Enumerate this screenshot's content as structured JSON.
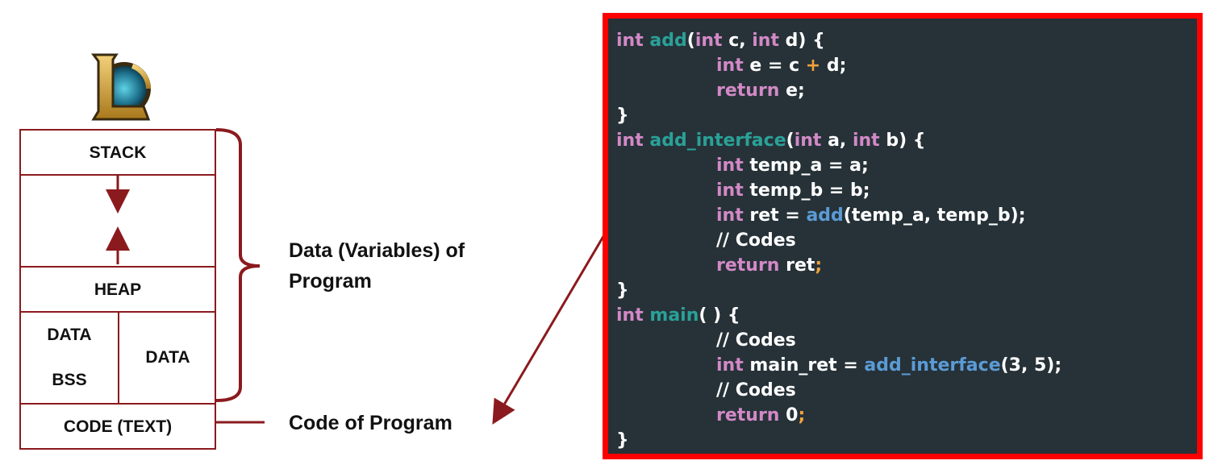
{
  "memory_layout": {
    "segments": {
      "stack": "STACK",
      "heap": "HEAP",
      "data_small": "DATA",
      "bss": "BSS",
      "data_group": "DATA",
      "code": "CODE (TEXT)"
    },
    "labels": {
      "data_line1": "Data (Variables) of",
      "data_line2": "Program",
      "code": "Code of Program"
    },
    "colors": {
      "accent": "#8b1a1e"
    },
    "icons": {
      "logo": "league-of-legends-logo-icon"
    }
  },
  "code_panel": {
    "border_color": "#ff0000",
    "background": "#263238",
    "lines": [
      [
        {
          "t": "int",
          "c": "kw"
        },
        {
          "t": " ",
          "c": "tx"
        },
        {
          "t": "add",
          "c": "fn"
        },
        {
          "t": "(",
          "c": "tx"
        },
        {
          "t": "int",
          "c": "kw"
        },
        {
          "t": " c, ",
          "c": "tx"
        },
        {
          "t": "int",
          "c": "kw"
        },
        {
          "t": " d) {",
          "c": "tx"
        }
      ],
      [
        {
          "t": "int",
          "c": "kw",
          "i": 1
        },
        {
          "t": " e = c ",
          "c": "tx"
        },
        {
          "t": "+",
          "c": "op"
        },
        {
          "t": " d;",
          "c": "tx"
        }
      ],
      [
        {
          "t": "return",
          "c": "kw",
          "i": 1
        },
        {
          "t": " e;",
          "c": "tx"
        }
      ],
      [
        {
          "t": "}",
          "c": "tx"
        }
      ],
      [
        {
          "t": "int",
          "c": "kw"
        },
        {
          "t": " ",
          "c": "tx"
        },
        {
          "t": "add_interface",
          "c": "fn"
        },
        {
          "t": "(",
          "c": "tx"
        },
        {
          "t": "int",
          "c": "kw"
        },
        {
          "t": " a, ",
          "c": "tx"
        },
        {
          "t": "int",
          "c": "kw"
        },
        {
          "t": " b) {",
          "c": "tx"
        }
      ],
      [
        {
          "t": "int",
          "c": "kw",
          "i": 1
        },
        {
          "t": " temp_a = a;",
          "c": "tx"
        }
      ],
      [
        {
          "t": "int",
          "c": "kw",
          "i": 1
        },
        {
          "t": " temp_b = b;",
          "c": "tx"
        }
      ],
      [
        {
          "t": "int",
          "c": "kw",
          "i": 1
        },
        {
          "t": " ret = ",
          "c": "tx"
        },
        {
          "t": "add",
          "c": "call"
        },
        {
          "t": "(temp_a, temp_b);",
          "c": "tx"
        }
      ],
      [
        {
          "t": "// Codes",
          "c": "tx",
          "i": 1
        }
      ],
      [
        {
          "t": "return",
          "c": "kw",
          "i": 1
        },
        {
          "t": " ret",
          "c": "tx"
        },
        {
          "t": ";",
          "c": "op"
        }
      ],
      [
        {
          "t": "}",
          "c": "tx"
        }
      ],
      [
        {
          "t": "int",
          "c": "kw"
        },
        {
          "t": " ",
          "c": "tx"
        },
        {
          "t": "main",
          "c": "fn"
        },
        {
          "t": "( ) {",
          "c": "tx"
        }
      ],
      [
        {
          "t": "// Codes",
          "c": "tx",
          "i": 1
        }
      ],
      [
        {
          "t": "int",
          "c": "kw",
          "i": 1
        },
        {
          "t": " main_ret = ",
          "c": "tx"
        },
        {
          "t": "add_interface",
          "c": "call"
        },
        {
          "t": "(3, 5);",
          "c": "tx"
        }
      ],
      [
        {
          "t": "// Codes",
          "c": "tx",
          "i": 1
        }
      ],
      [
        {
          "t": "return",
          "c": "kw",
          "i": 1
        },
        {
          "t": " 0",
          "c": "tx"
        },
        {
          "t": ";",
          "c": "op"
        }
      ],
      [
        {
          "t": "}",
          "c": "tx"
        }
      ]
    ]
  }
}
